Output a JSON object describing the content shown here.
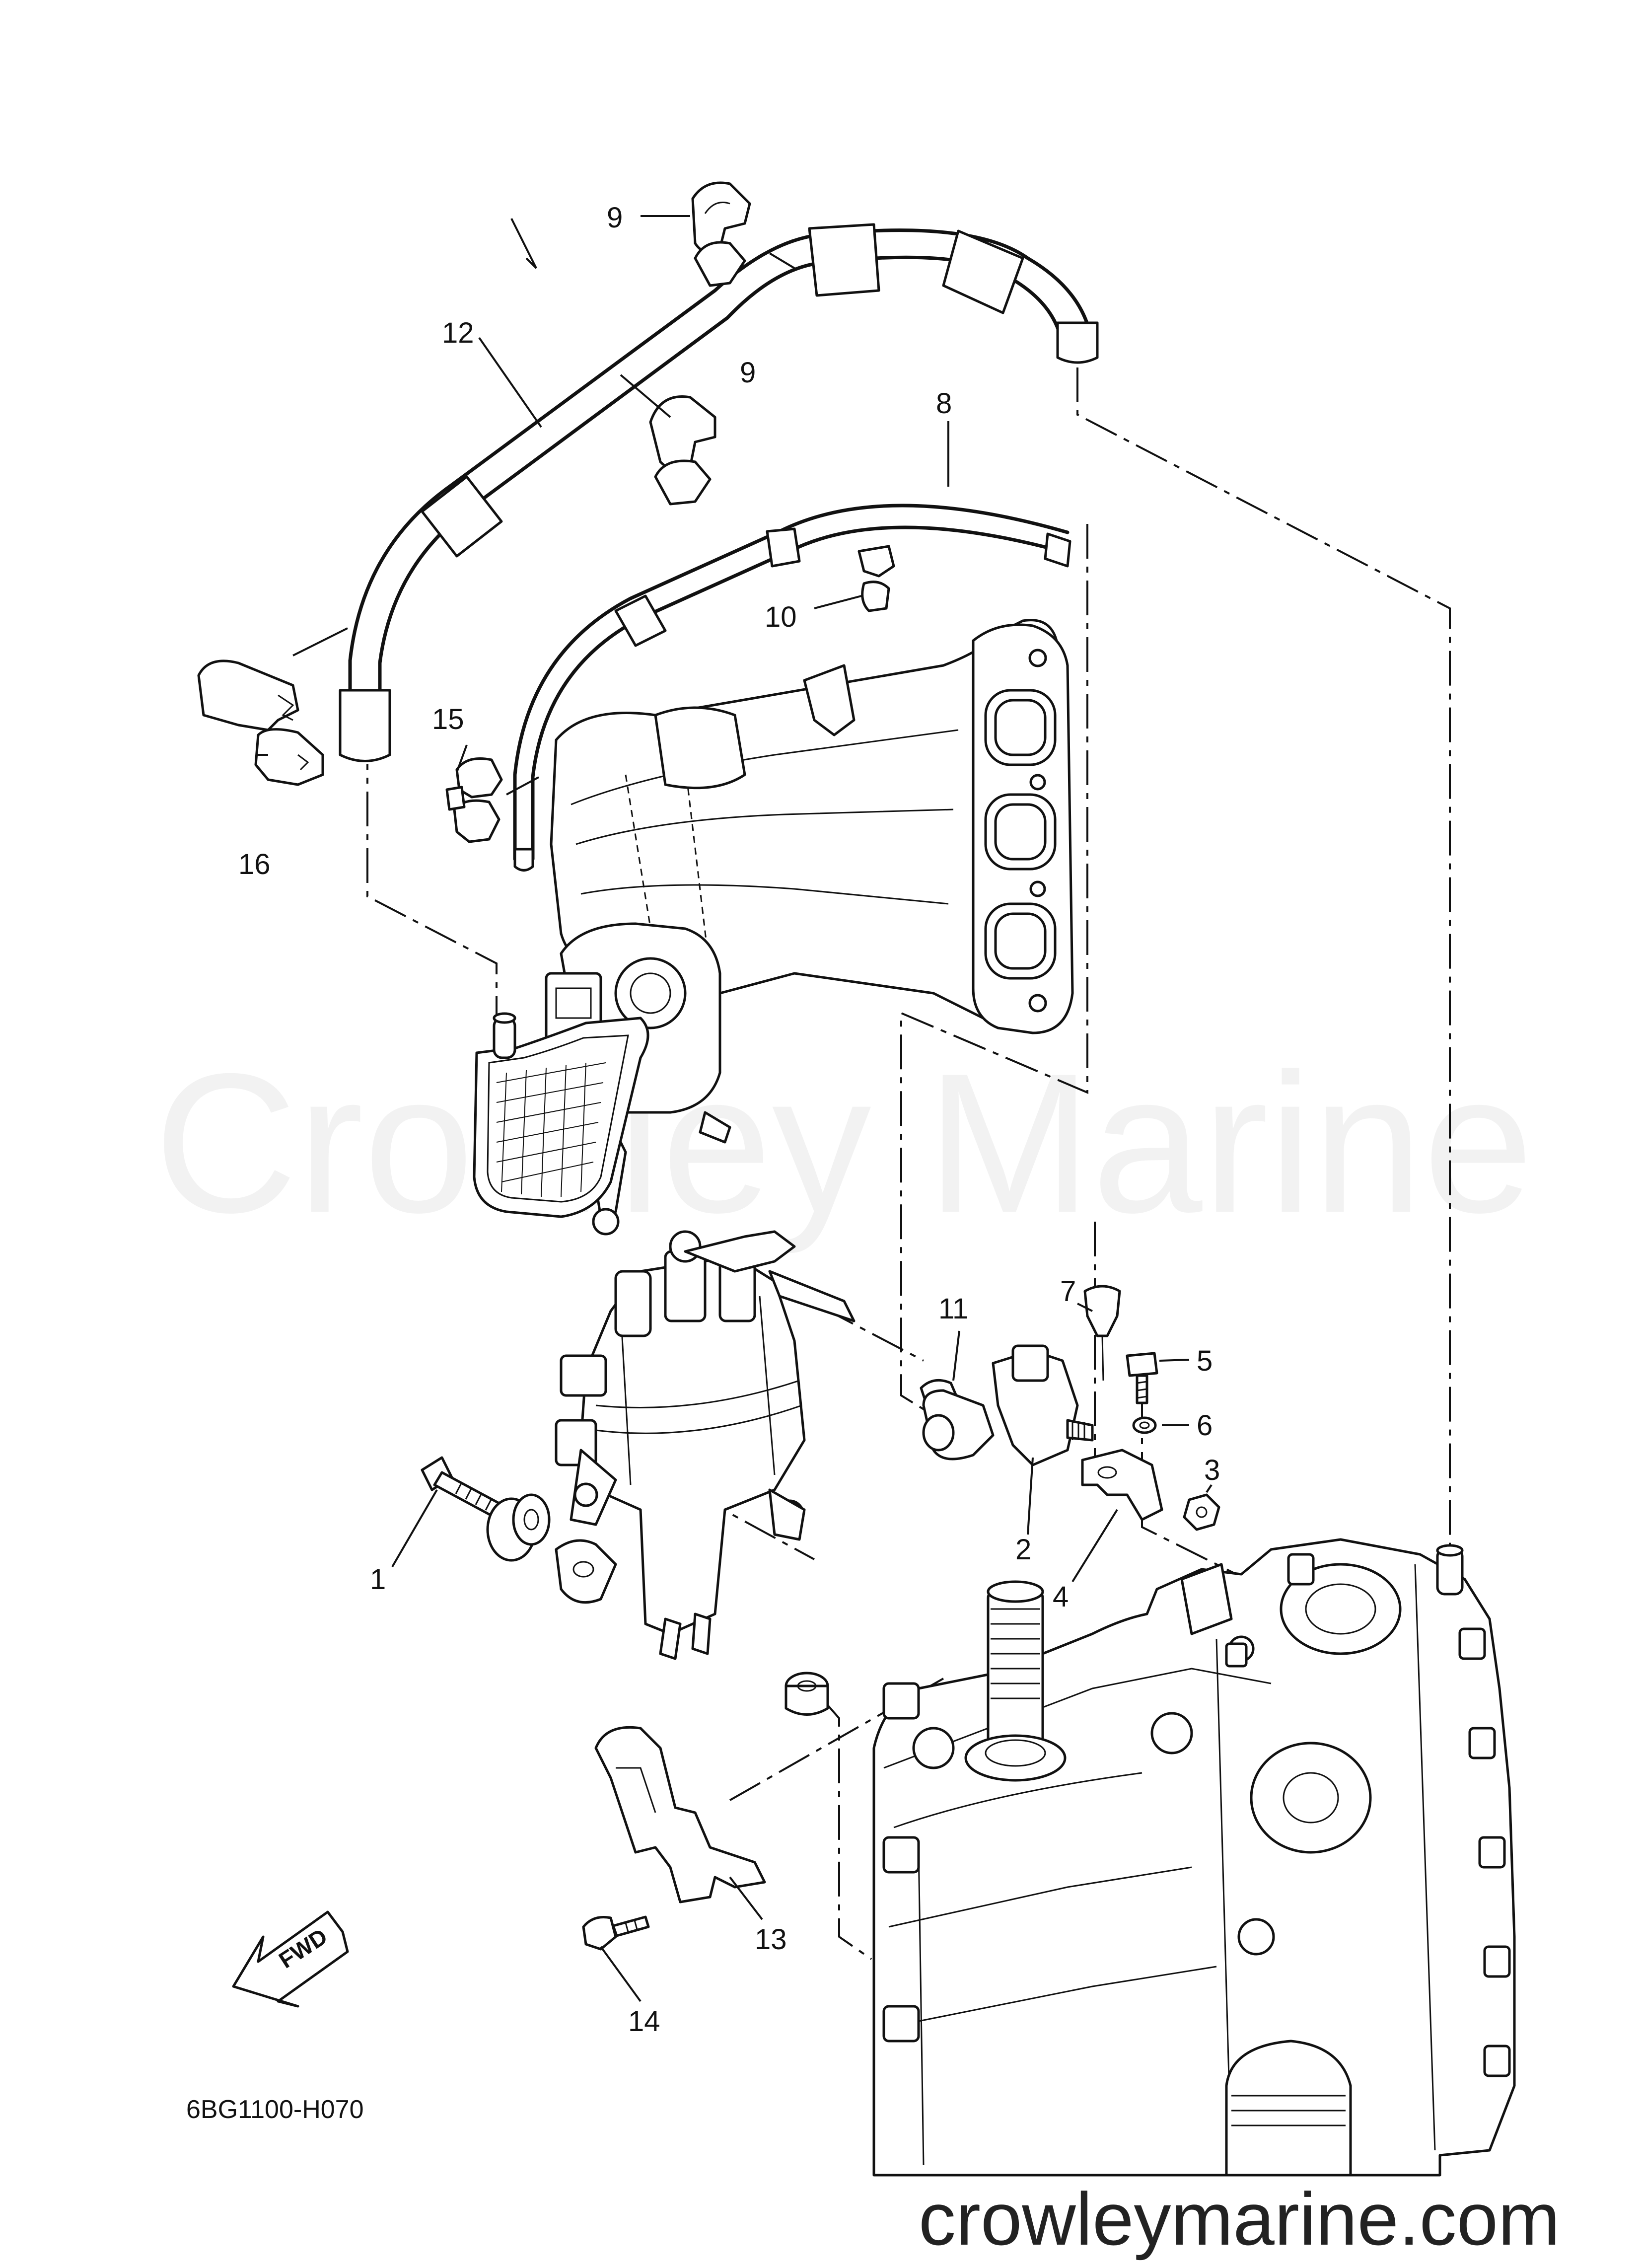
{
  "diagram": {
    "callouts": [
      {
        "id": "c1",
        "text": "1"
      },
      {
        "id": "c2",
        "text": "2"
      },
      {
        "id": "c3",
        "text": "3"
      },
      {
        "id": "c4",
        "text": "4"
      },
      {
        "id": "c5",
        "text": "5"
      },
      {
        "id": "c6",
        "text": "6"
      },
      {
        "id": "c7",
        "text": "7"
      },
      {
        "id": "c8",
        "text": "8"
      },
      {
        "id": "c9a",
        "text": "9"
      },
      {
        "id": "c9b",
        "text": "9"
      },
      {
        "id": "c10",
        "text": "10"
      },
      {
        "id": "c11",
        "text": "11"
      },
      {
        "id": "c12",
        "text": "12"
      },
      {
        "id": "c13",
        "text": "13"
      },
      {
        "id": "c14",
        "text": "14"
      },
      {
        "id": "c15",
        "text": "15"
      },
      {
        "id": "c16",
        "text": "16"
      }
    ],
    "fwd_label": "FWD",
    "diagram_code": "6BG1100-H070",
    "watermark": "Crowley Marine",
    "site_url": "crowleymarine.com"
  }
}
